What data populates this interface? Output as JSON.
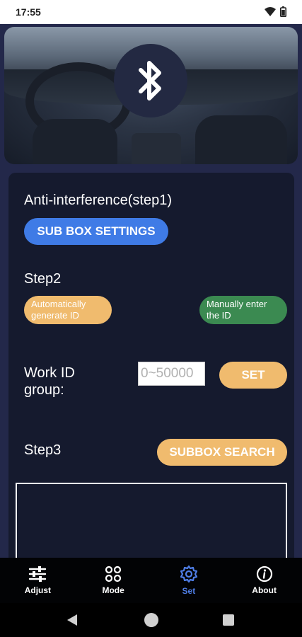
{
  "status_bar": {
    "time": "17:55"
  },
  "section1": {
    "title": "Anti-interference(step1)",
    "button": "SUB BOX SETTINGS"
  },
  "section2": {
    "title": "Step2",
    "auto_button": "Automatically generate ID",
    "manual_button": "Manually enter the ID",
    "work_id_label": "Work ID group:",
    "work_id_placeholder": "0~50000",
    "set_button": "SET"
  },
  "section3": {
    "title": "Step3",
    "search_button": "SUBBOX SEARCH"
  },
  "bottom_nav": {
    "items": [
      {
        "label": "Adjust",
        "icon": "sliders-icon"
      },
      {
        "label": "Mode",
        "icon": "grid-icon"
      },
      {
        "label": "Set",
        "icon": "gear-icon",
        "active": true
      },
      {
        "label": "About",
        "icon": "info-icon"
      }
    ]
  },
  "colors": {
    "background": "#23284a",
    "panel": "#151a2e",
    "accent_blue": "#3f7be6",
    "accent_orange": "#f0bb6e",
    "accent_green": "#3b8a51",
    "nav_active": "#4f7ee6"
  }
}
